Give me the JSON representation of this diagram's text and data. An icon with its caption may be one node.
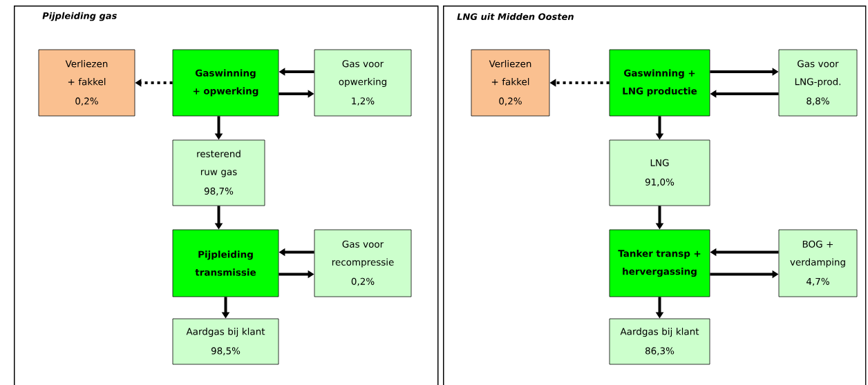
{
  "diagram": {
    "nodes": [
      {
        "text": [
          "Pijpleiding gas"
        ]
      },
      {
        "text": [
          "Verliezen + fakkel",
          "0,2%"
        ],
        "in": 0
      },
      {
        "text": [
          "Gaswinning + opwerking"
        ],
        "in": 0
      },
      {
        "text": [
          "Gas voor opwerking",
          "1,2%"
        ],
        "in": 0
      },
      {
        "text": [
          "resterend ruw gas",
          "98,7%"
        ],
        "in": 0
      },
      {
        "text": [
          "Pijpleiding transmissie"
        ],
        "in": 0
      },
      {
        "text": [
          "Gas voor recompressie",
          "0,2%"
        ],
        "in": 0
      },
      {
        "text": [
          "Aardgas bij klant",
          "98,5%"
        ],
        "in": 0
      },
      {
        "text": [
          "LNG uit Midden Oosten"
        ]
      },
      {
        "text": [
          "Verliezen + fakkel",
          "0,2%"
        ],
        "in": 8
      },
      {
        "text": [
          "Gaswinning + LNG productie"
        ],
        "in": 8
      },
      {
        "text": [
          "Gas voor LNG-prod.",
          "8,8%"
        ],
        "in": 8
      },
      {
        "text": [
          "LNG",
          "91,0%"
        ],
        "in": 8
      },
      {
        "text": [
          "Tanker transp + hervergassing"
        ],
        "in": 8
      },
      {
        "text": [
          "BOG + verdamping",
          "4,7%"
        ],
        "in": 8
      },
      {
        "text": [
          "Aardgas bij klant",
          "86,3%"
        ],
        "in": 8
      }
    ],
    "edges": [
      {
        "from": 2,
        "to": 1,
        "arrow": "to",
        "style": "dashed"
      },
      {
        "from": 3,
        "to": 2,
        "arrow": "to"
      },
      {
        "from": 2,
        "to": 3,
        "arrow": "to"
      },
      {
        "from": 2,
        "to": 4,
        "arrow": "to"
      },
      {
        "from": 4,
        "to": 5,
        "arrow": "to"
      },
      {
        "from": 6,
        "to": 5,
        "arrow": "to"
      },
      {
        "from": 5,
        "to": 6,
        "arrow": "to"
      },
      {
        "from": 5,
        "to": 7,
        "arrow": "to"
      },
      {
        "from": 10,
        "to": 9,
        "arrow": "to",
        "style": "dashed"
      },
      {
        "from": 10,
        "to": 11,
        "arrow": "to"
      },
      {
        "from": 11,
        "to": 10,
        "arrow": "to"
      },
      {
        "from": 10,
        "to": 12,
        "arrow": "to"
      },
      {
        "from": 12,
        "to": 13,
        "arrow": "to"
      },
      {
        "from": 14,
        "to": 13,
        "arrow": "to"
      },
      {
        "from": 13,
        "to": 14,
        "arrow": "to"
      },
      {
        "from": 13,
        "to": 15,
        "arrow": "to"
      }
    ]
  }
}
